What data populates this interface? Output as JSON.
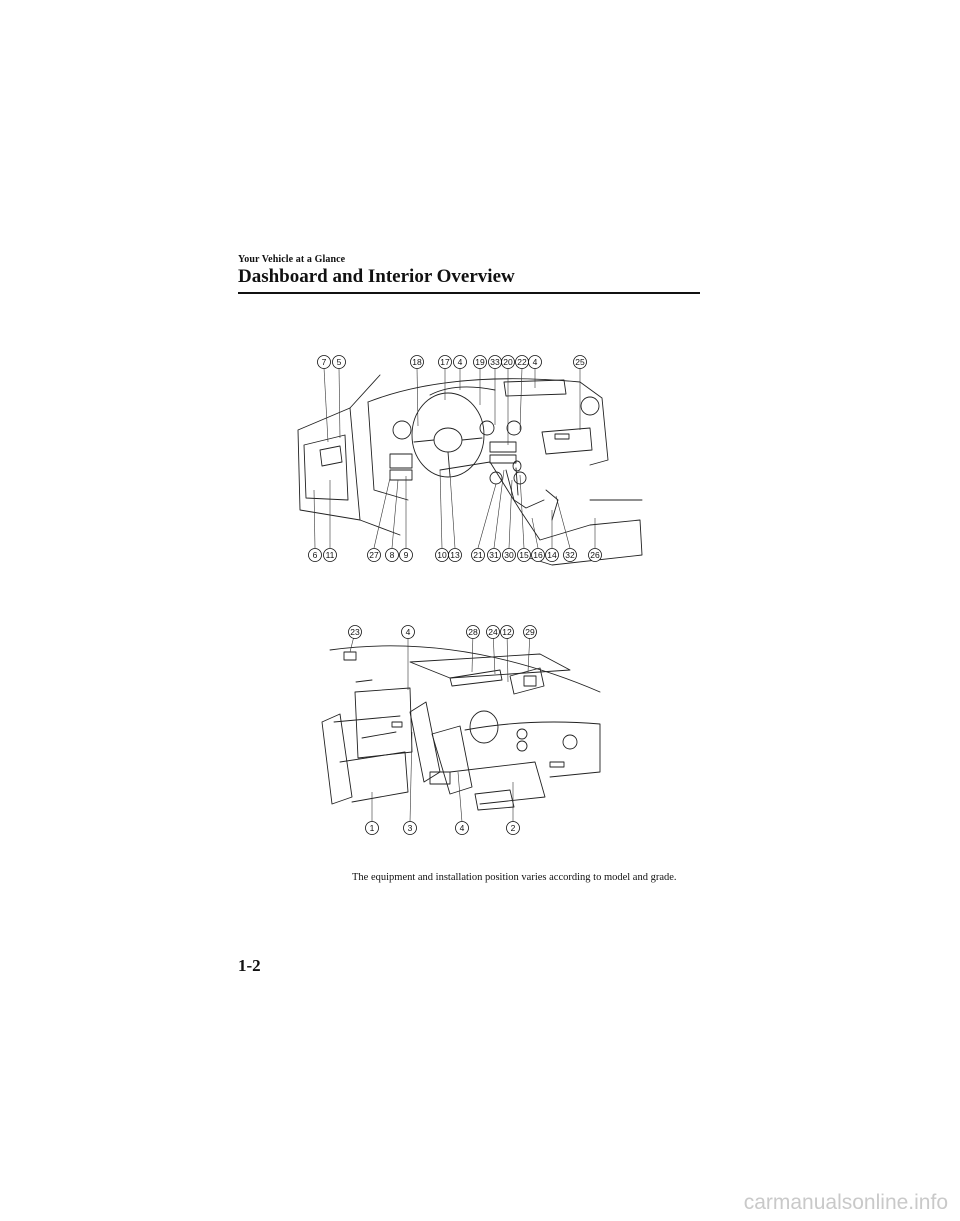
{
  "header": {
    "section": "Your Vehicle at a Glance",
    "title": "Dashboard and Interior Overview"
  },
  "figures": {
    "dashboard": {
      "top_callouts": [
        "7",
        "5",
        "18",
        "17",
        "4",
        "19",
        "33",
        "20",
        "22",
        "4",
        "25"
      ],
      "bottom_callouts": [
        "6",
        "11",
        "27",
        "8",
        "9",
        "10",
        "13",
        "21",
        "31",
        "30",
        "15",
        "16",
        "14",
        "32",
        "26"
      ]
    },
    "interior": {
      "top_callouts": [
        "23",
        "4",
        "28",
        "24",
        "12",
        "29"
      ],
      "bottom_callouts": [
        "1",
        "3",
        "4",
        "2"
      ]
    }
  },
  "caption": "The equipment and installation position varies according to model and grade.",
  "page_number": "1-2",
  "watermark": "carmanualsonline.info"
}
